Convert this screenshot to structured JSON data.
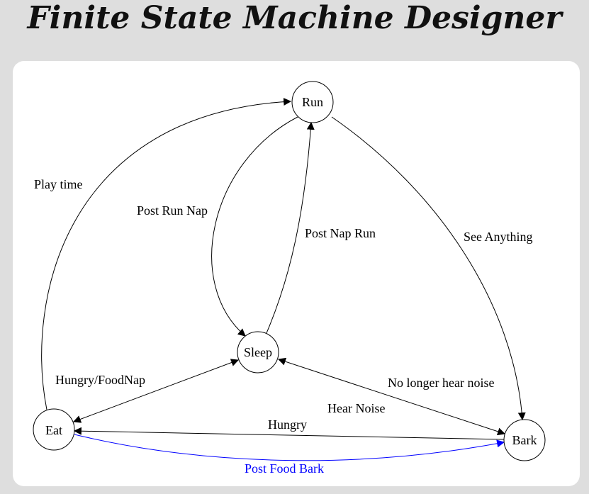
{
  "page": {
    "title": "Finite State Machine Designer"
  },
  "colors": {
    "background": "#dedede",
    "canvas": "#ffffff",
    "edge_default": "#000000",
    "edge_selected": "#0000ff"
  },
  "states": [
    {
      "id": "run",
      "label": "Run"
    },
    {
      "id": "sleep",
      "label": "Sleep"
    },
    {
      "id": "eat",
      "label": "Eat"
    },
    {
      "id": "bark",
      "label": "Bark"
    }
  ],
  "transitions": [
    {
      "id": "play_time",
      "from": "Eat",
      "to": "Run",
      "label": "Play time"
    },
    {
      "id": "post_run_nap",
      "from": "Run",
      "to": "Sleep",
      "label": "Post Run Nap"
    },
    {
      "id": "post_nap_run",
      "from": "Sleep",
      "to": "Run",
      "label": "Post Nap Run"
    },
    {
      "id": "see_anything",
      "from": "Run",
      "to": "Bark",
      "label": "See Anything"
    },
    {
      "id": "hungry_foodnap",
      "from": "Sleep",
      "to": "Eat",
      "label": "Hungry/FoodNap",
      "bidirectional": true
    },
    {
      "id": "hear_noise",
      "from": "Sleep",
      "to": "Bark",
      "label": "Hear Noise",
      "bidirectional": true
    },
    {
      "id": "no_longer_hear_noise",
      "from": "Bark",
      "to": "Sleep",
      "label": "No longer hear noise"
    },
    {
      "id": "hungry",
      "from": "Bark",
      "to": "Eat",
      "label": "Hungry"
    },
    {
      "id": "post_food_bark",
      "from": "Eat",
      "to": "Bark",
      "label": "Post Food Bark",
      "selected": true
    }
  ]
}
